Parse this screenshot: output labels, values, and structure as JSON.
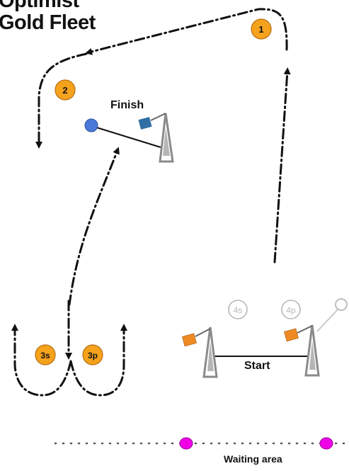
{
  "title_line1": "Optimist",
  "title_line2": "Gold Fleet",
  "labels": {
    "finish": "Finish",
    "start": "Start",
    "waiting_area": "Waiting area"
  },
  "marks": {
    "m1": "1",
    "m2": "2",
    "m3s": "3s",
    "m3p": "3p",
    "m4s": "4s",
    "m4p": "4p"
  },
  "colors": {
    "mark_fill": "#f5a21c",
    "mark_stroke": "#b86e14",
    "faded_mark": "#b8b8b8",
    "committee_blue": "#4a79d9",
    "flag_blue": "#2f6fa3",
    "flag_orange": "#ef8a22",
    "waiting_pink": "#f000e6",
    "line": "#111111",
    "boat_gray": "#8a8a8a"
  }
}
